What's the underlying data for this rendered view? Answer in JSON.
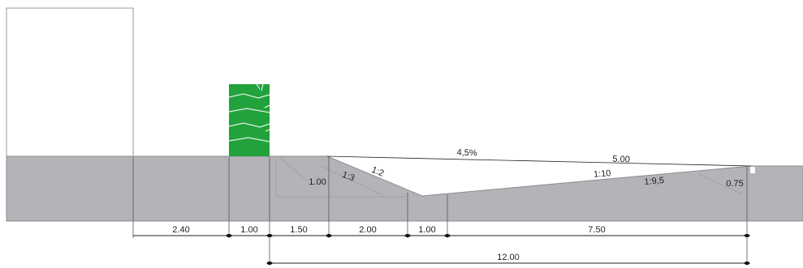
{
  "colors": {
    "ground": "#b3b3b8",
    "ground_edge": "#8c8c90",
    "shrub": "#22a23c",
    "building_outline": "#9a9a9a",
    "line": "#222222"
  },
  "slopes": {
    "cross_fall": "4,5%",
    "slope_left_1": "1:3",
    "slope_left_2": "1:2",
    "slope_right_1": "1:10",
    "slope_right_2": "1:9,5"
  },
  "depths": {
    "left": "1.00",
    "right": "0.75",
    "top_span": "5.00"
  },
  "dimensions": {
    "segments": [
      "2.40",
      "1.00",
      "1.50",
      "2.00",
      "1.00",
      "7.50"
    ],
    "total": "12.00"
  },
  "icons": [
    "building-outline",
    "shrub-hedge"
  ]
}
